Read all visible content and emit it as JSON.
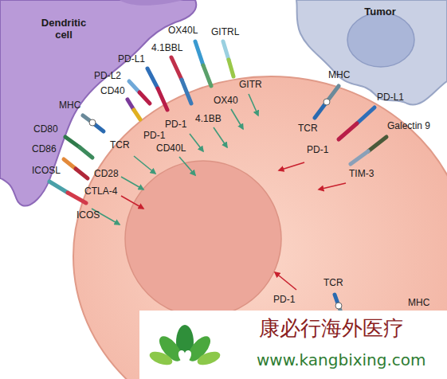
{
  "diagram": {
    "nodes": [
      {
        "text": [
          "Dendritic cell"
        ]
      },
      {
        "text": [
          "Tumor"
        ]
      }
    ],
    "labels": [
      "OX40L",
      "GITRL",
      "4.1BBL",
      "PD-L1",
      "PD-L2",
      "CD40",
      "GITR",
      "OX40",
      "MHC",
      "PD-1",
      "4.1BB",
      "PD-1",
      "CD80",
      "TCR",
      "CD40L",
      "CD86",
      "CD28",
      "ICOSL",
      "CTLA-4",
      "ICOS",
      "MHC",
      "PD-L1",
      "Galectin 9",
      "TCR",
      "PD-1",
      "TIM-3",
      "TCR",
      "PD-1",
      "MHC",
      "康必行海外医疗",
      "www.kangbixing.com"
    ]
  }
}
